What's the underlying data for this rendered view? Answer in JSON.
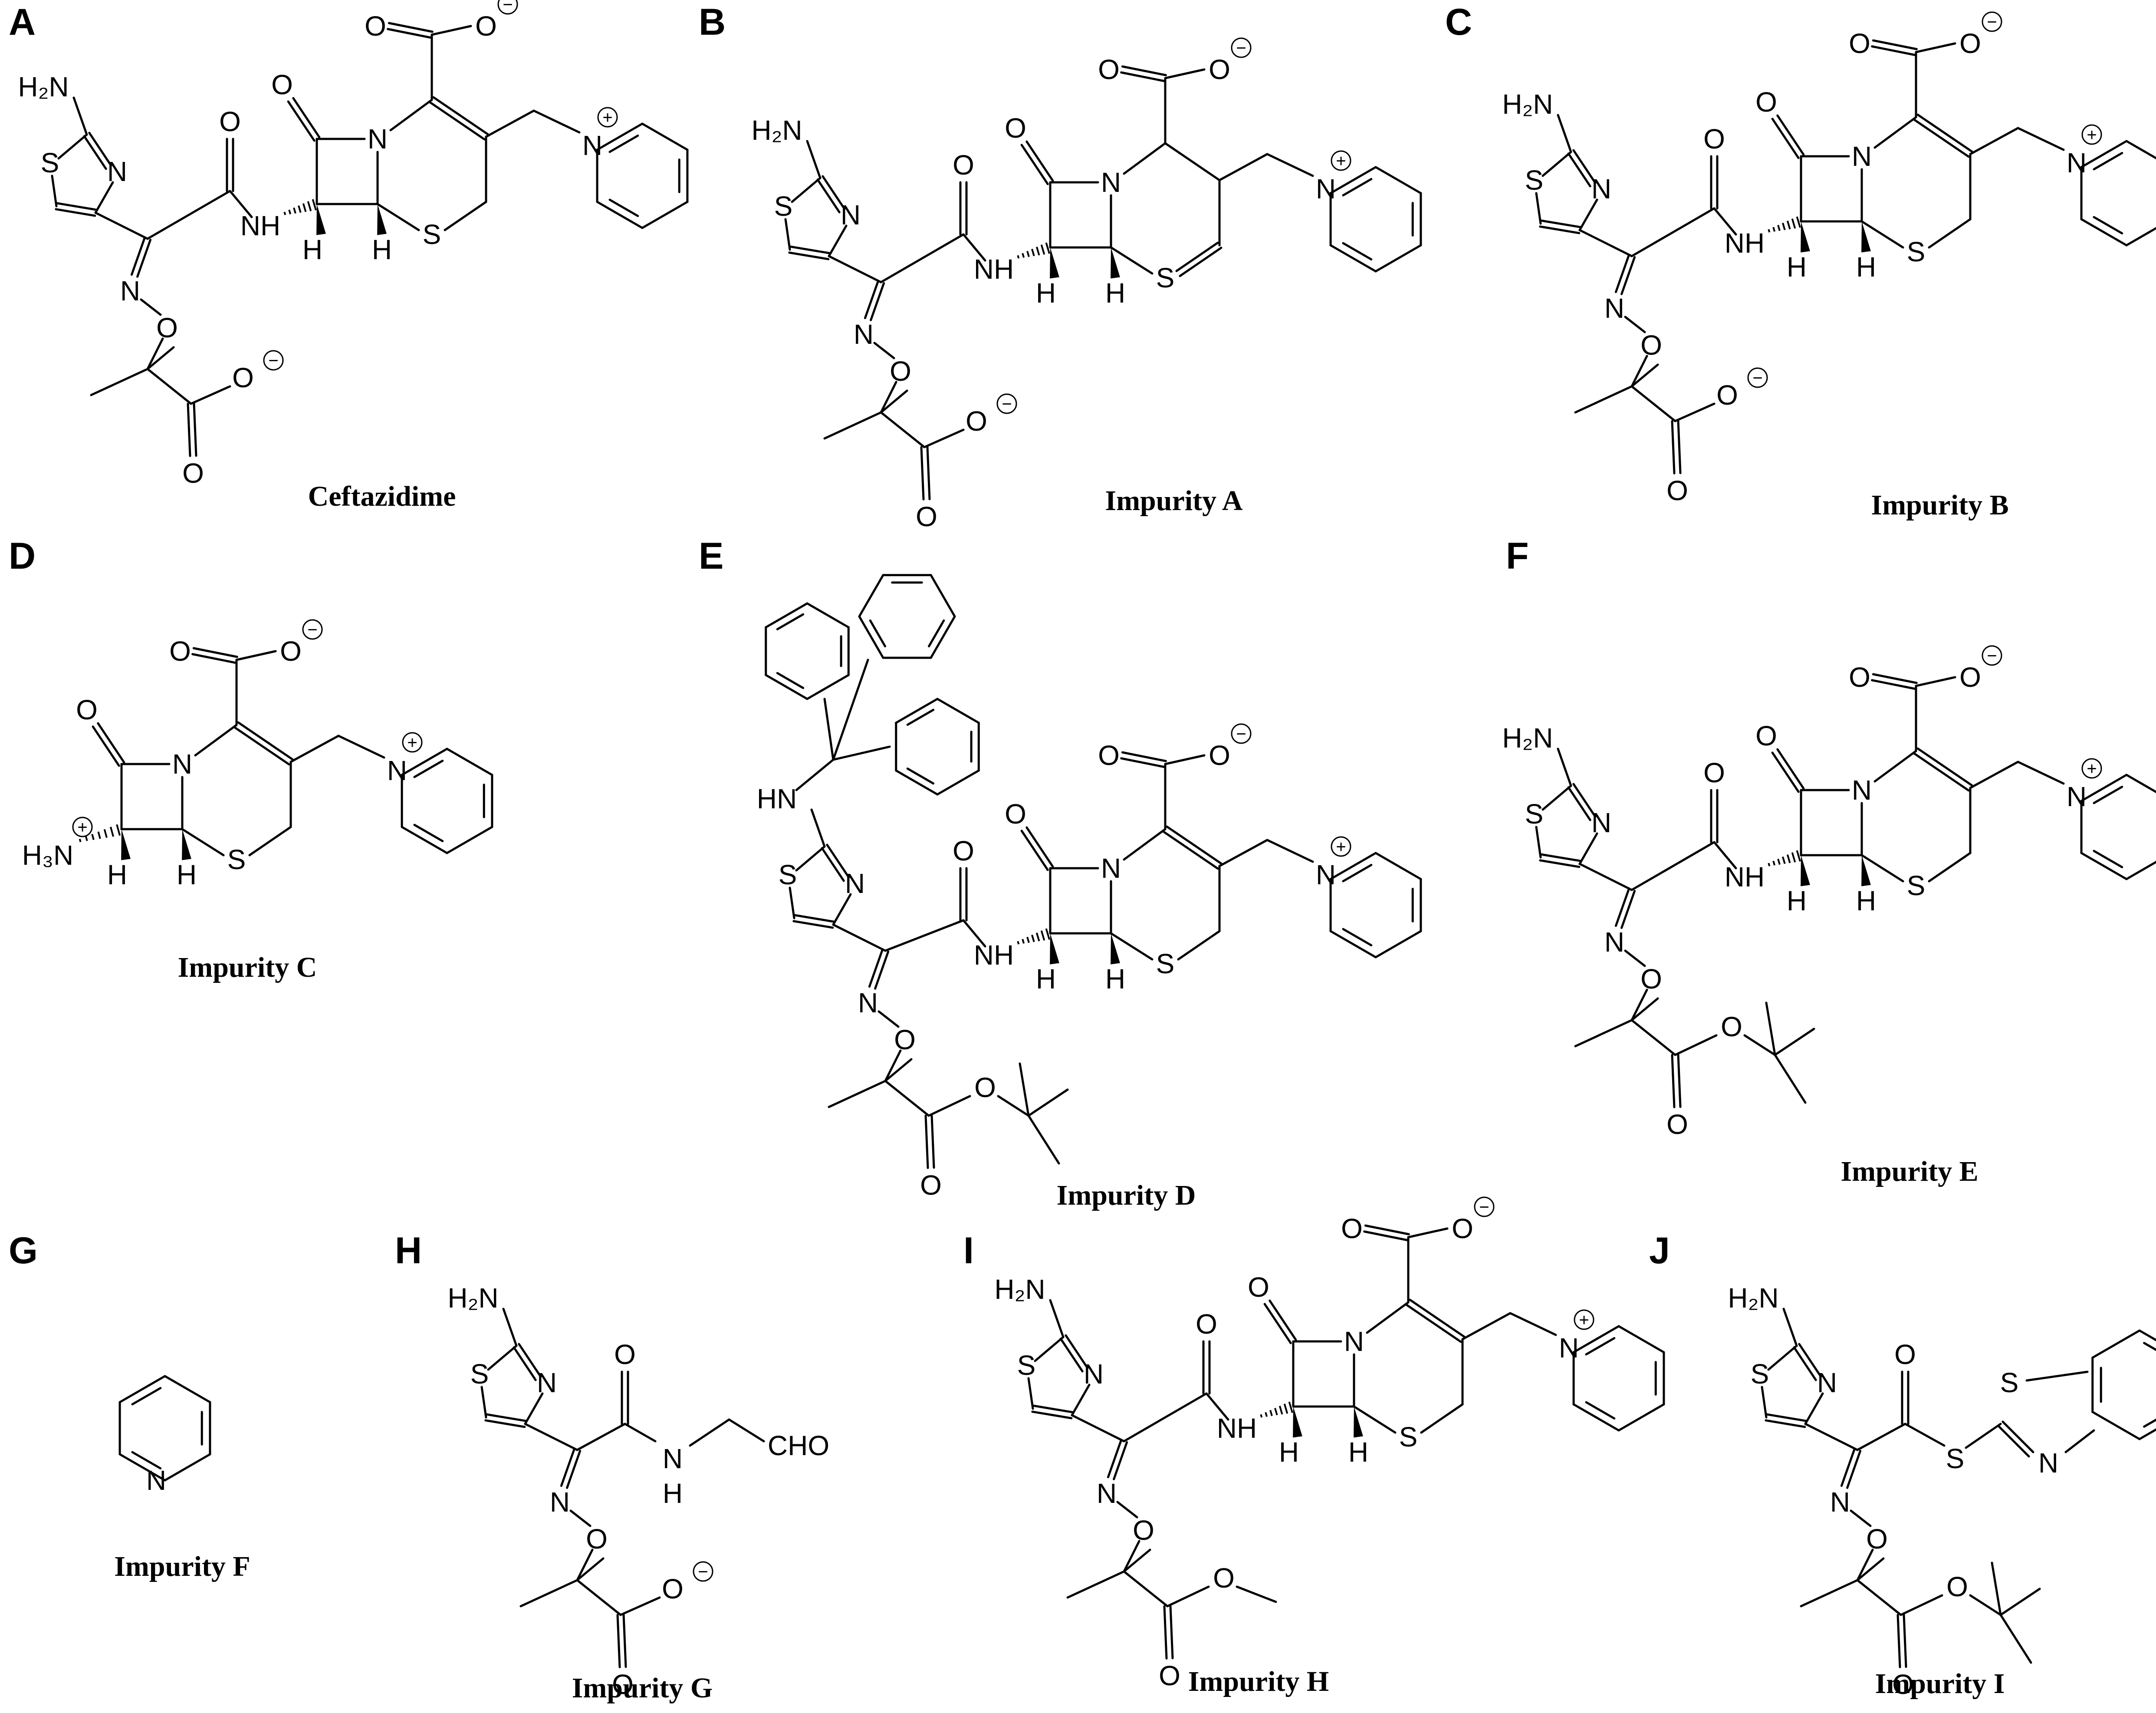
{
  "figure": {
    "panels": [
      {
        "letter": "A",
        "name": "Ceftazidime"
      },
      {
        "letter": "B",
        "name": "Impurity A"
      },
      {
        "letter": "C",
        "name": "Impurity B"
      },
      {
        "letter": "D",
        "name": "Impurity C"
      },
      {
        "letter": "E",
        "name": "Impurity D"
      },
      {
        "letter": "F",
        "name": "Impurity E"
      },
      {
        "letter": "G",
        "name": "Impurity F"
      },
      {
        "letter": "H",
        "name": "Impurity G"
      },
      {
        "letter": "I",
        "name": "Impurity H"
      },
      {
        "letter": "J",
        "name": "Impurity I"
      }
    ],
    "atoms": {
      "H2N": "H₂N",
      "H3N": "H₃N",
      "N": "N",
      "S": "S",
      "O": "O",
      "NH": "NH",
      "HN": "HN",
      "H": "H",
      "CHO": "CHO",
      "plus": "+",
      "minus": "−"
    }
  }
}
